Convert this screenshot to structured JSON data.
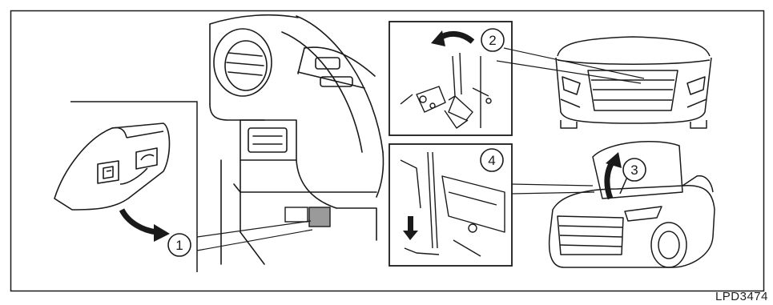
{
  "callouts": {
    "step1": "1",
    "step2": "2",
    "step3": "3",
    "step4": "4"
  },
  "figure_code": "LPD3474",
  "colors": {
    "line": "#1a1a1a",
    "panel_fill": "#ffffff",
    "switch_fill": "#9a9a9a"
  }
}
